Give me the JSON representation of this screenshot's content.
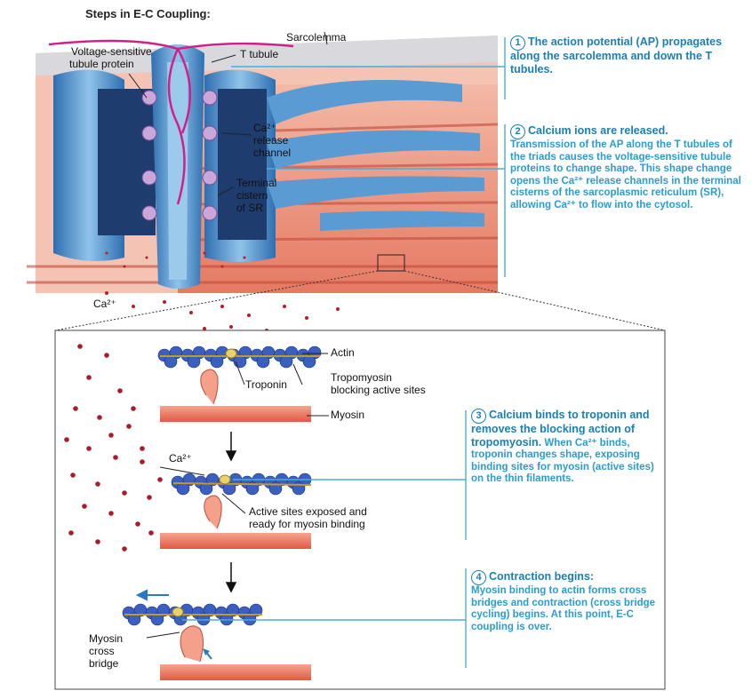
{
  "title": "Steps in E-C Coupling:",
  "labels": {
    "sarcolemma": "Sarcolemma",
    "voltage_sensitive_1": "Voltage-sensitive",
    "voltage_sensitive_2": "tubule protein",
    "t_tubule": "T tubule",
    "ca_release_1": "Ca²⁺",
    "ca_release_2": "release",
    "ca_release_3": "channel",
    "terminal_1": "Terminal",
    "terminal_2": "cistern",
    "terminal_3": "of SR",
    "ca_ion": "Ca²⁺",
    "actin": "Actin",
    "troponin": "Troponin",
    "tropomyosin_1": "Tropomyosin",
    "tropomyosin_2": "blocking active sites",
    "myosin": "Myosin",
    "ca_small": "Ca²⁺",
    "active_sites_1": "Active sites exposed and",
    "active_sites_2": "ready for  myosin binding",
    "cross_bridge_1": "Myosin",
    "cross_bridge_2": "cross",
    "cross_bridge_3": "bridge"
  },
  "steps": [
    {
      "num": "1",
      "head": "The action potential (AP) propagates along the sarcolemma and down the T tubules.",
      "body": ""
    },
    {
      "num": "2",
      "head": "Calcium ions are released.",
      "body": "Transmission of the AP along the T tubules of the triads causes the voltage-sensitive tubule proteins to change shape. This shape change opens the Ca²⁺ release channels in the terminal cisterns of the sarcoplasmic reticulum (SR), allowing Ca²⁺ to flow into the cytosol."
    },
    {
      "num": "3",
      "head": "Calcium binds to troponin and removes the blocking action of tropomyosin.",
      "body": "When Ca²⁺ binds, troponin changes shape, exposing binding sites for myosin (active sites) on the thin filaments."
    },
    {
      "num": "4",
      "head": "Contraction begins:",
      "body": "Myosin binding to actin forms cross bridges and contraction (cross bridge cycling) begins. At this point, E-C coupling is over."
    }
  ],
  "colors": {
    "step_text": "#1a8fc0",
    "tubule_blue": "#4a8ec8",
    "muscle_red": "#e8705a",
    "ion_red": "#b0202a",
    "actin_blue": "#3a5fc0"
  }
}
